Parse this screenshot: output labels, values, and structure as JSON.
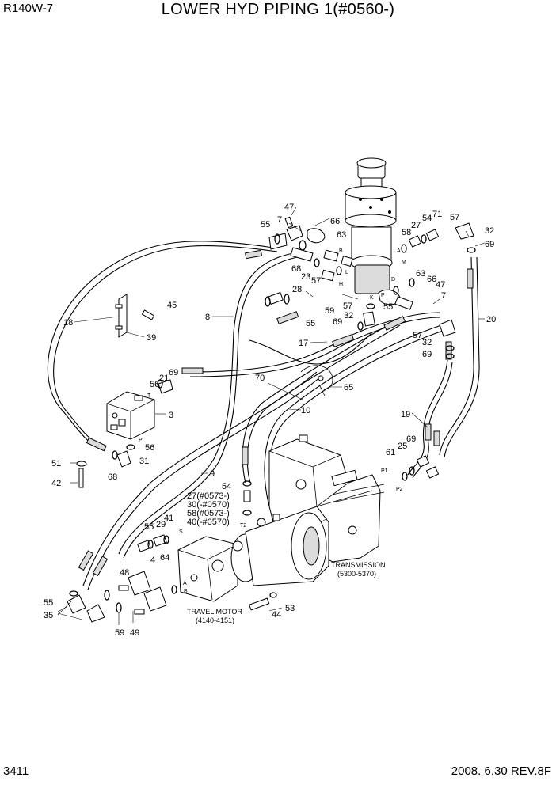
{
  "header": {
    "model": "R140W-7",
    "title": "LOWER HYD PIPING 1(#0560-)"
  },
  "footer": {
    "page": "3411",
    "date_rev": "2008. 6.30  REV.8F"
  },
  "callouts": {
    "c47a": "47",
    "c7a": "7",
    "c55a": "55",
    "c66a": "66",
    "c63a": "63",
    "c27a": "27",
    "c54a": "54",
    "c71": "71",
    "c58a": "58",
    "c57a": "57",
    "c32a": "32",
    "c69a": "69",
    "c68a": "68",
    "c23": "23",
    "c57b": "57",
    "c63b": "63",
    "c66b": "66",
    "c47b": "47",
    "c7b": "7",
    "c28": "28",
    "c55b": "55",
    "c59a": "59",
    "c32b": "32",
    "c69b": "69",
    "c57c": "57",
    "c55c": "55",
    "c45": "45",
    "c18": "18",
    "c8": "8",
    "c39": "39",
    "c20": "20",
    "c17": "17",
    "c57d": "57",
    "c32c": "32",
    "c69c": "69",
    "c70": "70",
    "c65": "65",
    "c21": "21",
    "c69d": "69",
    "c56a": "56",
    "c3": "3",
    "c10": "10",
    "c19": "19",
    "c51": "51",
    "c42": "42",
    "c56b": "56",
    "c31": "31",
    "c68b": "68",
    "c9": "9",
    "c69e": "69",
    "c25": "25",
    "c61": "61",
    "c54b": "54",
    "c27b": "27(#0573-)",
    "c30": "30(-#0570)",
    "c58b": "58(#0573-)",
    "c40": "40(-#0570)",
    "c41": "41",
    "c55d": "55",
    "c29": "29",
    "c4": "4",
    "c64": "64",
    "c48": "48",
    "c55e": "55",
    "c35": "35",
    "c59b": "59",
    "c49": "49",
    "c44": "44",
    "c53": "53"
  },
  "port_labels": {
    "pA": "A",
    "pB": "B",
    "pL": "L",
    "pM": "M",
    "pD": "D",
    "pH": "H",
    "pK": "K",
    "pP": "P",
    "pT": "T",
    "pP2": "P",
    "pS": "S",
    "pT2": "T2",
    "pA2": "A",
    "pB2": "B",
    "pP1": "P1",
    "pP2b": "P2"
  },
  "captions": {
    "transmission": "TRANSMISSION",
    "transmission_range": "(5300-5370)",
    "travel_motor": "TRAVEL MOTOR",
    "travel_motor_range": "(4140-4151)"
  }
}
